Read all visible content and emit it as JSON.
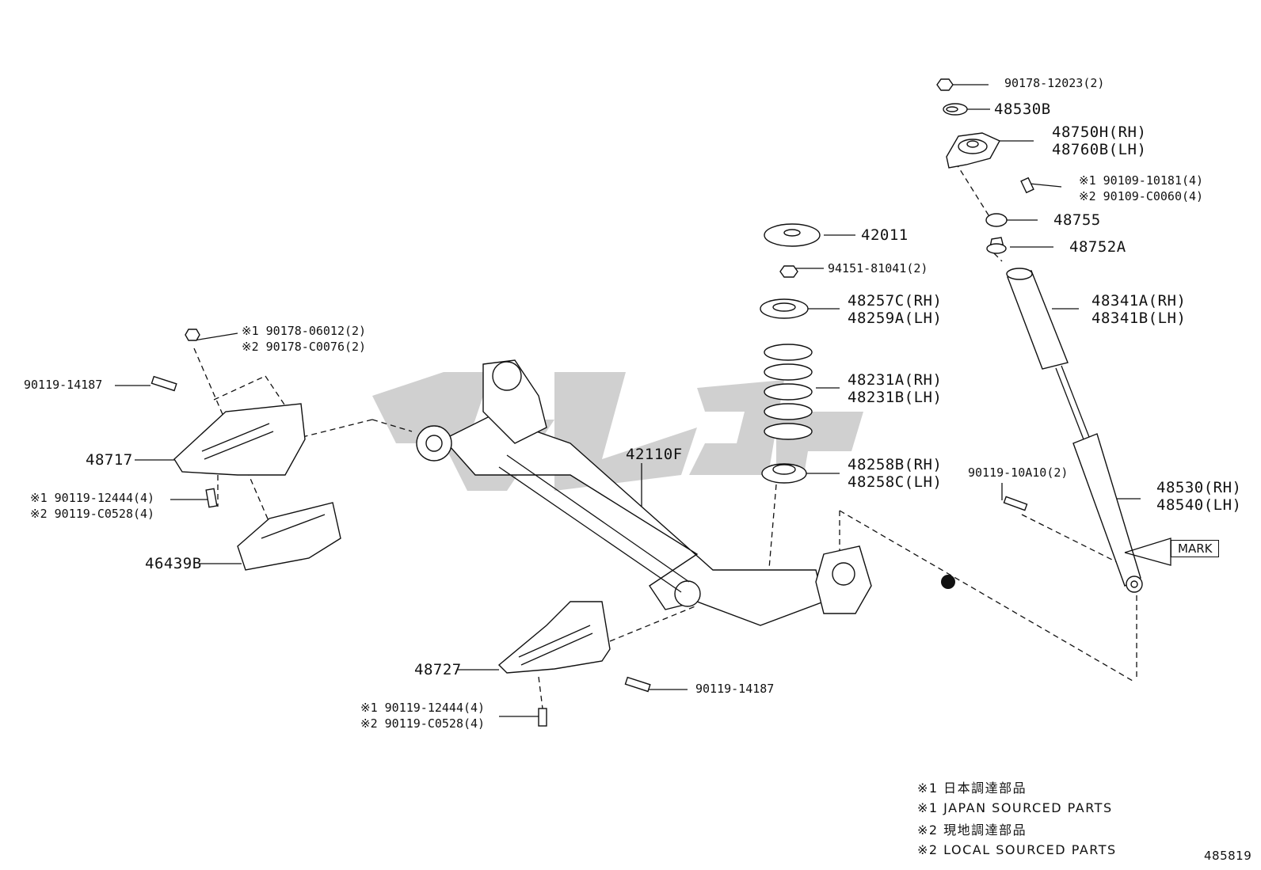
{
  "diagram_id": "485819",
  "mark_label": "MARK",
  "labels": {
    "nut_top": "90178-12023(2)",
    "insulator_48530b": "48530B",
    "support_rh": "48750H(RH)",
    "support_lh": "48760B(LH)",
    "support_bolt_1": "90109-10181(4)",
    "support_bolt_2": "90109-C0060(4)",
    "bumper_48755": "48755",
    "bumper_48752a": "48752A",
    "seat_42011": "42011",
    "nut_94151": "94151-81041(2)",
    "upper_insul_rh": "48257C(RH)",
    "upper_insul_lh": "48259A(LH)",
    "spring_rh": "48231A(RH)",
    "spring_lh": "48231B(LH)",
    "lower_insul_rh": "48258B(RH)",
    "lower_insul_lh": "48258C(LH)",
    "boot_rh": "48341A(RH)",
    "boot_lh": "48341B(LH)",
    "shock_bolt": "90119-10A10(2)",
    "shock_rh": "48530(RH)",
    "shock_lh": "48540(LH)",
    "axle": "42110F",
    "bracket_upper_nut_1": "90178-06012(2)",
    "bracket_upper_nut_2": "90178-C0076(2)",
    "bolt_left": "90119-14187",
    "bracket_left": "48717",
    "bracket_left_bolt_1": "90119-12444(4)",
    "bracket_left_bolt_2": "90119-C0528(4)",
    "cover": "46439B",
    "bracket_right": "48727",
    "bolt_right": "90119-14187",
    "bracket_right_bolt_1": "90119-12444(4)",
    "bracket_right_bolt_2": "90119-C0528(4)"
  },
  "markers": {
    "m1": "※1",
    "m2": "※2"
  },
  "legend": [
    "※1 日本調達部品",
    "※1 JAPAN SOURCED PARTS",
    "※2 現地調達部品",
    "※2 LOCAL SOURCED PARTS"
  ]
}
